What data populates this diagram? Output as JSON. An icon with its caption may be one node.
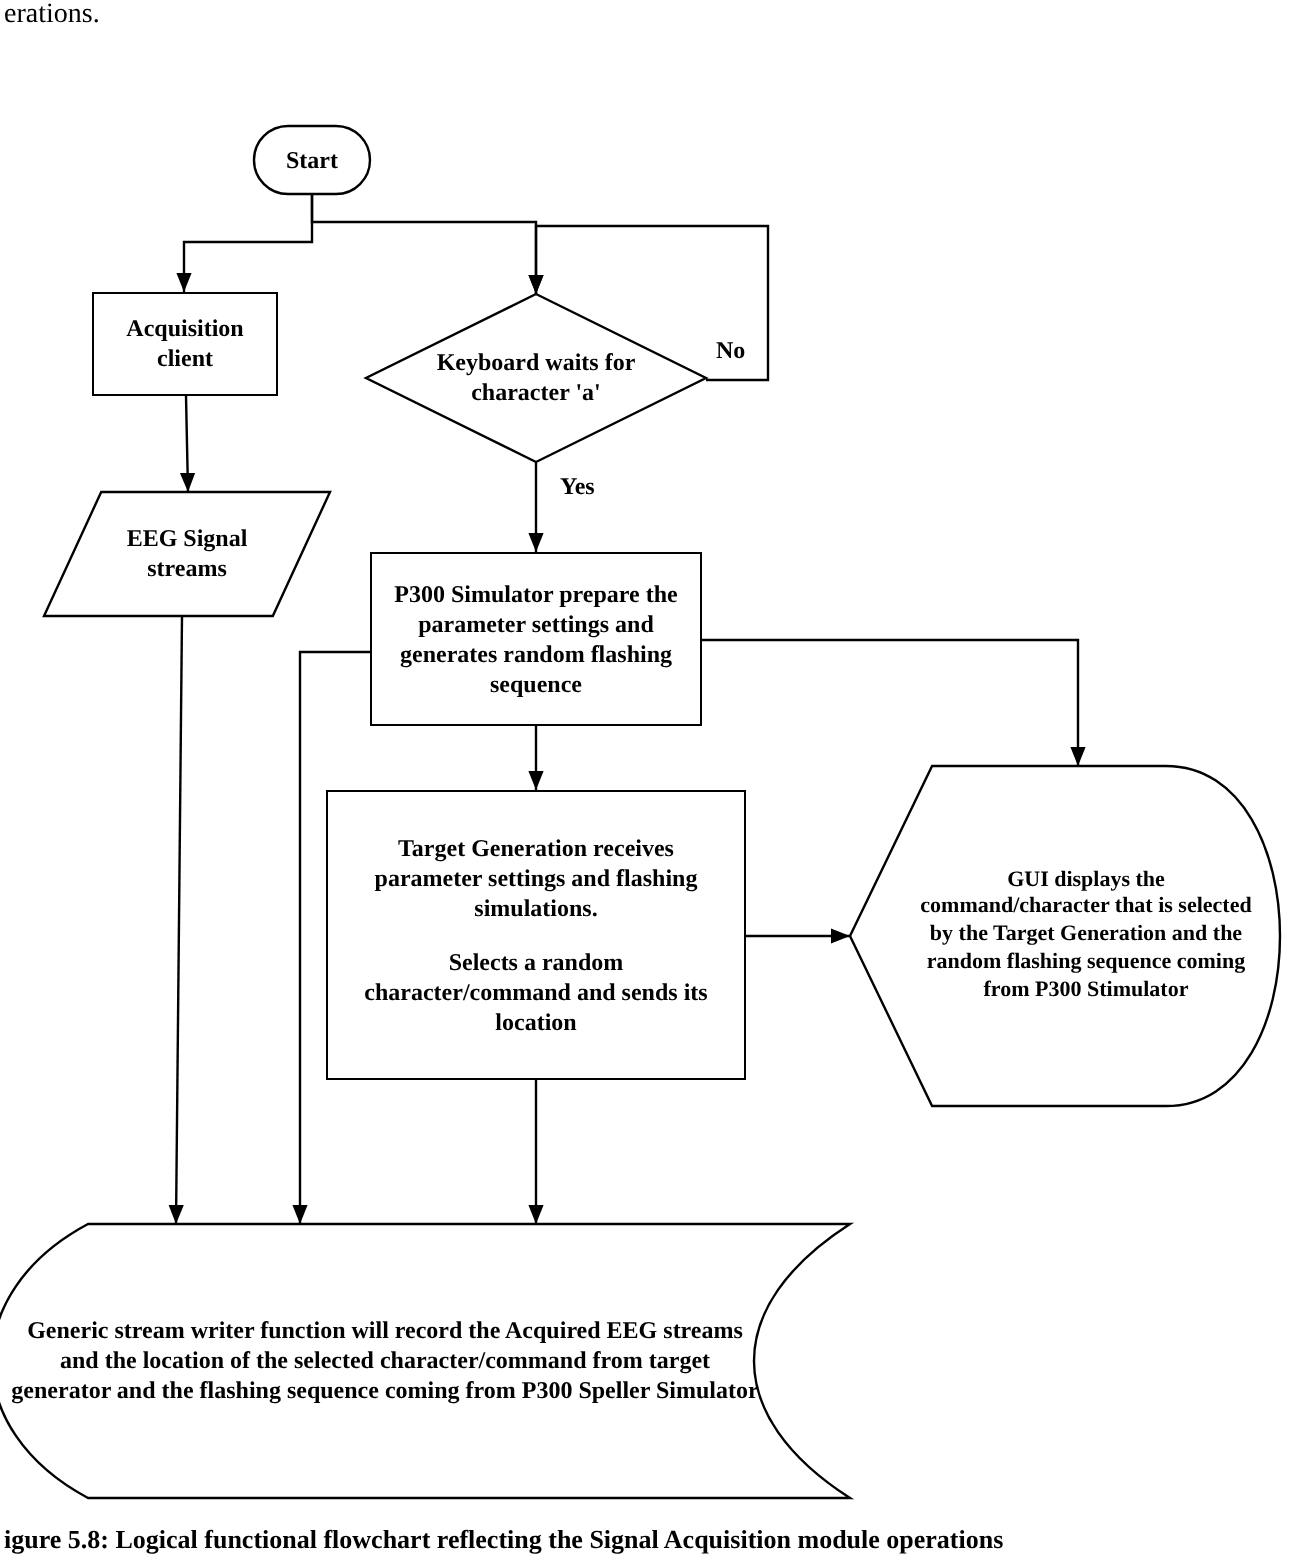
{
  "diagram": {
    "caption": "igure 5.8: Logical functional flowchart reflecting the Signal Acquisition module operations",
    "nodes": [
      {
        "text": [
          "Start"
        ]
      },
      {
        "text": [
          "Acquisition client"
        ]
      },
      {
        "text": [
          "Keyboard waits for character 'a'"
        ]
      },
      {
        "text": [
          "EEG Signal streams"
        ]
      },
      {
        "text": [
          "P300 Simulator prepare the parameter settings and generates random flashing sequence"
        ]
      },
      {
        "text": [
          "Target Generation receives parameter settings and flashing simulations.",
          "Selects a random character/command and sends its location"
        ]
      },
      {
        "text": [
          "GUI displays the command/character that is selected by the Target Generation and the random flashing sequence coming from P300 Stimulator"
        ]
      },
      {
        "text": [
          "Generic stream writer function will record the Acquired EEG streams and the location of the selected character/command from target generator and the flashing sequence coming from P300 Speller Simulator"
        ]
      }
    ],
    "edges": [
      {
        "from": 0,
        "to": 1,
        "arrow": "to"
      },
      {
        "from": 0,
        "to": 2,
        "arrow": "to"
      },
      {
        "from": 2,
        "to": 2,
        "arrow": "to",
        "label": "No"
      },
      {
        "from": 2,
        "to": 4,
        "arrow": "to",
        "label": "Yes"
      },
      {
        "from": 1,
        "to": 3,
        "arrow": "to"
      },
      {
        "from": 3,
        "to": 7,
        "arrow": "to"
      },
      {
        "from": 4,
        "to": 7,
        "arrow": "to"
      },
      {
        "from": 4,
        "to": 5,
        "arrow": "to"
      },
      {
        "from": 4,
        "to": 6,
        "arrow": "to"
      },
      {
        "from": 5,
        "to": 6,
        "arrow": "to"
      },
      {
        "from": 5,
        "to": 7,
        "arrow": "to"
      }
    ],
    "labels": [
      "erations."
    ]
  }
}
